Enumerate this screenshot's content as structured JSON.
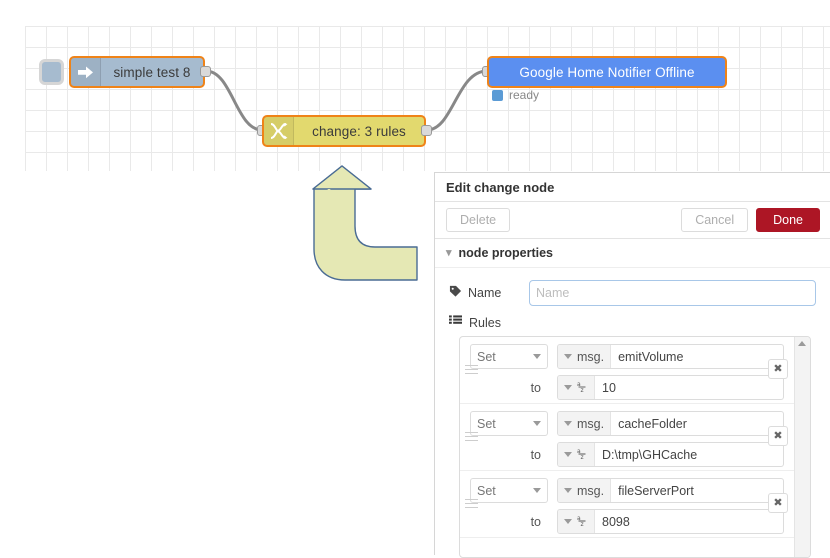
{
  "canvas": {
    "nodes": [
      {
        "id": "inject",
        "label": "simple test 8",
        "icon": "inject-arrow-icon",
        "color": "#a6bbcf",
        "border": "#ef8318"
      },
      {
        "id": "change",
        "label": "change: 3 rules",
        "icon": "change-swap-icon",
        "color": "#e2d96e",
        "border": "#ef8318"
      },
      {
        "id": "ghn",
        "label": "Google Home Notifier Offline",
        "icon": "none",
        "color": "#5b8ff0",
        "border": "#ef8318"
      }
    ],
    "status": {
      "text": "ready",
      "color": "#5b9bd5"
    },
    "annotation": {
      "name": "curved-up-arrow",
      "fill": "#e5e8b4",
      "stroke": "#4a6c94"
    }
  },
  "edit_panel": {
    "title": "Edit change node",
    "buttons": {
      "delete": "Delete",
      "cancel": "Cancel",
      "done": "Done",
      "done_color": "#ad1625"
    },
    "section": {
      "label": "node properties",
      "expanded": true
    },
    "name_field": {
      "label": "Name",
      "icon": "tag-icon",
      "value": "",
      "placeholder": "Name"
    },
    "rules": {
      "label": "Rules",
      "icon": "list-icon",
      "to_label": "to",
      "msg_prefix": "msg.",
      "delete_glyph": "✖",
      "items": [
        {
          "action": "Set",
          "property": "emitVolume",
          "value": "10",
          "value_type_icon": "az-string-icon"
        },
        {
          "action": "Set",
          "property": "cacheFolder",
          "value": "D:\\tmp\\GHCache",
          "value_type_icon": "az-string-icon"
        },
        {
          "action": "Set",
          "property": "fileServerPort",
          "value": "8098",
          "value_type_icon": "az-string-icon"
        }
      ]
    }
  }
}
